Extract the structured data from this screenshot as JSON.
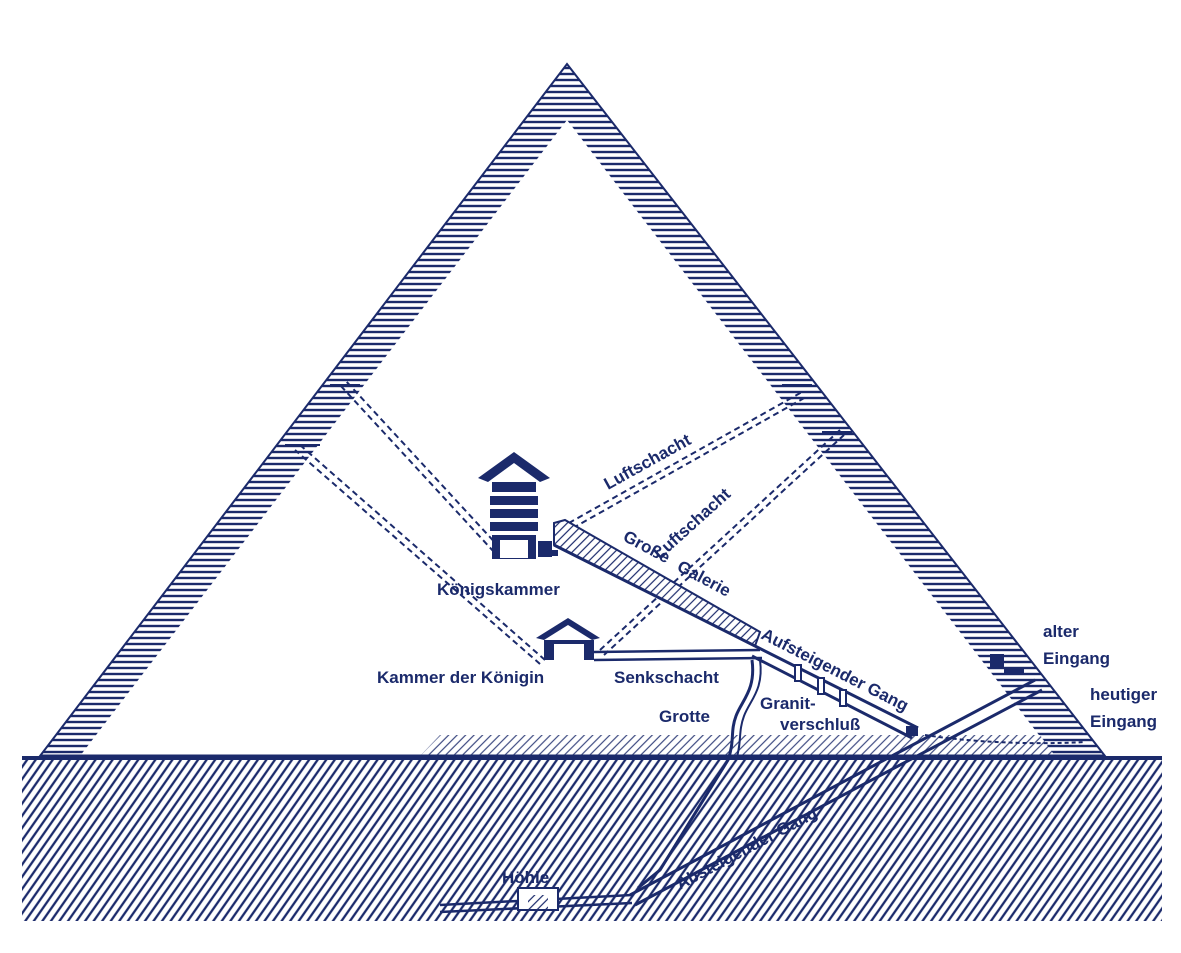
{
  "diagram": {
    "labels": {
      "air_shaft_upper": "Luftschacht",
      "air_shaft_lower": "Luftschacht",
      "kings_chamber": "Königskammer",
      "grand_gallery_1": "Große",
      "grand_gallery_2": "Galerie",
      "ascending_passage": "Aufsteigender Gang",
      "queens_chamber": "Kammer der Königin",
      "sinking_shaft": "Senkschacht",
      "grotto": "Grotte",
      "granite_plug_1": "Granit-",
      "granite_plug_2": "verschluß",
      "old_entrance_1": "alter",
      "old_entrance_2": "Eingang",
      "current_entrance_1": "heutiger",
      "current_entrance_2": "Eingang",
      "descending_passage": "Absteigender Gang",
      "cave": "Höhle"
    },
    "colors": {
      "ink": "#1b2a6b",
      "paper": "#ffffff"
    }
  }
}
